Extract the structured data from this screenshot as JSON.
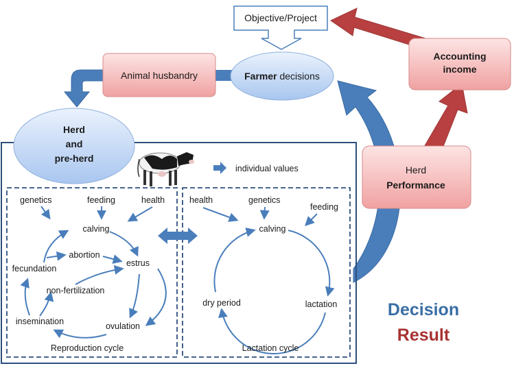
{
  "nodes": {
    "objective": "Objective/Project",
    "farmer_decisions_bold": "Farmer",
    "farmer_decisions_rest": " decisions",
    "animal_husbandry": "Animal husbandry",
    "accounting_line1": "Accounting",
    "accounting_line2": "income",
    "herd_line1": "Herd",
    "herd_line2": "and",
    "herd_line3": "pre-herd",
    "performance_line1": "Herd",
    "performance_line2": "Performance"
  },
  "individual_values": "individual values",
  "reproduction": {
    "inputs": [
      "genetics",
      "feeding",
      "health"
    ],
    "states": {
      "calving": "calving",
      "abortion": "abortion",
      "estrus": "estrus",
      "fecundation": "fecundation",
      "non_fertilization": "non-fertilization",
      "insemination": "insemination",
      "ovulation": "ovulation"
    },
    "caption": "Reproduction cycle"
  },
  "lactation": {
    "inputs": [
      "health",
      "genetics",
      "feeding"
    ],
    "states": {
      "calving": "calving",
      "lactation": "lactation",
      "dry_period": "dry period"
    },
    "caption": "Lactation cycle"
  },
  "legend": {
    "decision": "Decision",
    "result": "Result"
  },
  "colors": {
    "blue_arrow": "#4a7ebb",
    "red_arrow": "#b84040",
    "decision_text": "#3a6ea5",
    "result_text": "#a83232",
    "box_border": "#2c4f7c"
  }
}
